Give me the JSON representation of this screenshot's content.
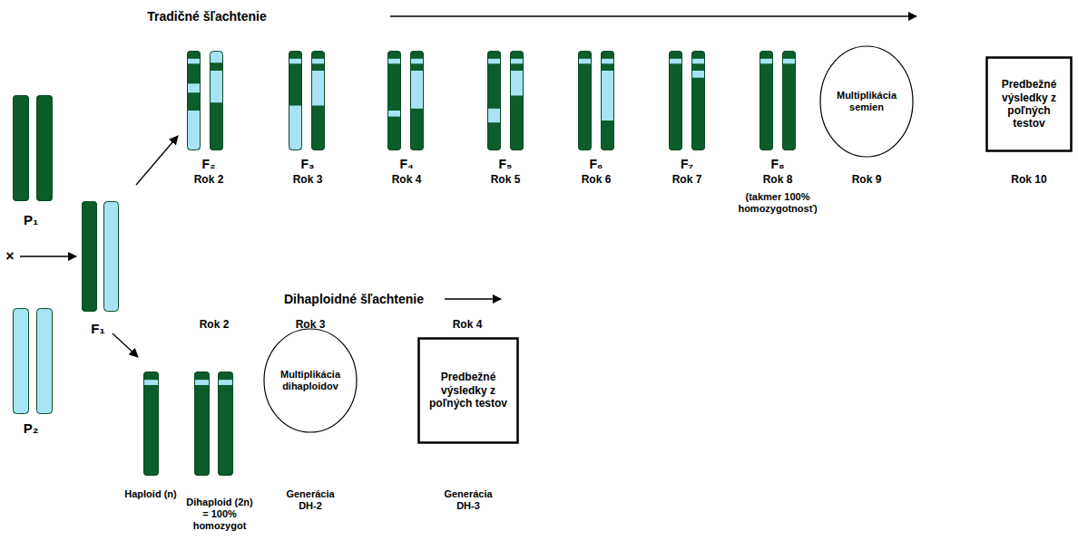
{
  "diagram": {
    "nodes": [
      {
        "text": [
          "Multiplikácia semien"
        ]
      },
      {
        "text": [
          "Predbežné výsledky z poľných testov"
        ]
      },
      {
        "text": [
          "Multiplikácia dihaploidov"
        ]
      },
      {
        "text": [
          "Predbežné výsledky z poľných testov"
        ]
      }
    ],
    "labels": [
      "Tradičné šľachtenie",
      "Dihaploidné šľachtenie",
      "P₁",
      "×",
      "P₂",
      "F₁",
      "F₂",
      "Rok 2",
      "F₃",
      "Rok 3",
      "F₄",
      "Rok 4",
      "F₅",
      "Rok 5",
      "F₆",
      "Rok 6",
      "F₇",
      "Rok 7",
      "F₈",
      "Rok 8",
      "(takmer 100% homozygotnosť)",
      "Rok 9",
      "Rok 10",
      "Rok 2",
      "Rok 3",
      "Rok 4",
      "Haploid (n)",
      "Dihaploid (2n) = 100% homozygot",
      "Generácia DH-2",
      "Generácia DH-3"
    ]
  }
}
